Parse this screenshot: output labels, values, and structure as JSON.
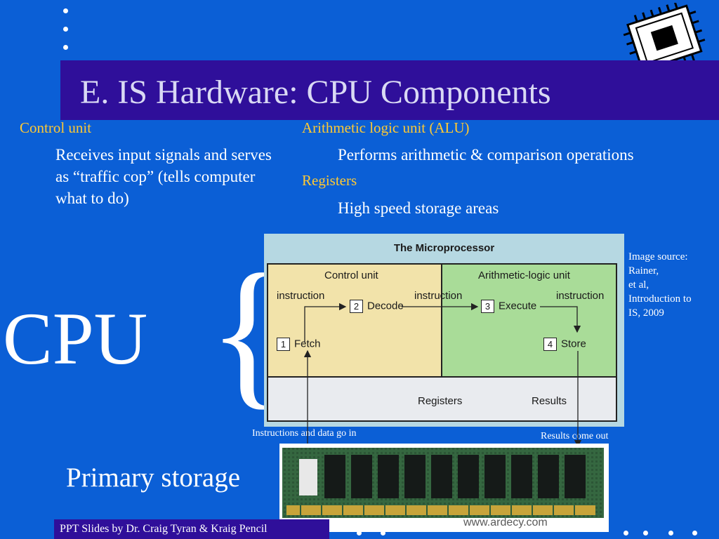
{
  "slide": {
    "title": "E. IS Hardware: CPU Components",
    "left": {
      "heading": "Control unit",
      "text": "Receives input signals and serves as “traffic cop” (tells computer what to do)"
    },
    "right": {
      "heading1": "Arithmetic logic unit (ALU)",
      "text1": "Performs arithmetic & comparison operations",
      "heading2": "Registers",
      "text2": "High speed storage areas"
    },
    "cpu_label": "CPU",
    "brace": "{",
    "image_credit": [
      "Image source: Rainer,",
      "et al,",
      "Introduction to",
      "IS, 2009"
    ],
    "instructions_caption": "Instructions and data go in",
    "results_caption": "Results come out",
    "primary_storage": "Primary storage",
    "footer": "PPT Slides by Dr. Craig Tyran & Kraig Pencil"
  },
  "figure": {
    "title": "The Microprocessor",
    "control_unit": "Control unit",
    "alu": "Arithmetic-logic unit",
    "instruction_label": "instruction",
    "step1_num": "1",
    "step1": "Fetch",
    "step2_num": "2",
    "step2": "Decode",
    "step3_num": "3",
    "step3": "Execute",
    "step4_num": "4",
    "step4": "Store",
    "registers": "Registers",
    "results": "Results"
  },
  "memory_module": {
    "label_text": "www.ardecy.com"
  },
  "colors": {
    "background": "#0b5fd6",
    "title_band": "#2f0f9a",
    "heading_yellow": "#ffc933",
    "control_unit_fill": "#f2e3aa",
    "alu_fill": "#a9dc98"
  },
  "icons": [
    "chip-icon"
  ]
}
